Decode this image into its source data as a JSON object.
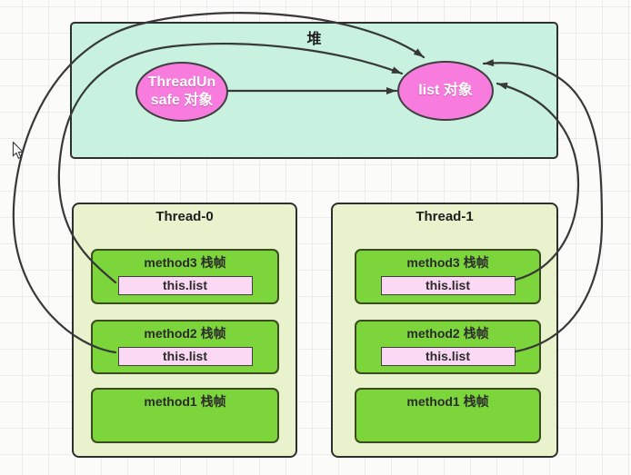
{
  "heap": {
    "label": "堆",
    "threadunsafe_line1": "ThreadUn",
    "threadunsafe_line2": "safe 对象",
    "list_label": "list 对象"
  },
  "threads": [
    {
      "title": "Thread-0",
      "frames": [
        {
          "label": "method3 栈帧",
          "field": "this.list"
        },
        {
          "label": "method2 栈帧",
          "field": "this.list"
        },
        {
          "label": "method1 栈帧"
        }
      ]
    },
    {
      "title": "Thread-1",
      "frames": [
        {
          "label": "method3 栈帧",
          "field": "this.list"
        },
        {
          "label": "method2 栈帧",
          "field": "this.list"
        },
        {
          "label": "method1 栈帧"
        }
      ]
    }
  ],
  "colors": {
    "heap_fill": "#c8f1df",
    "panel_fill": "#e8f3cd",
    "frame_fill": "#7dd53c",
    "field_fill": "#fbd8f3",
    "object_node_fill": "#f77cde",
    "border_dark": "#2f2f2f",
    "arrow": "#383838"
  }
}
